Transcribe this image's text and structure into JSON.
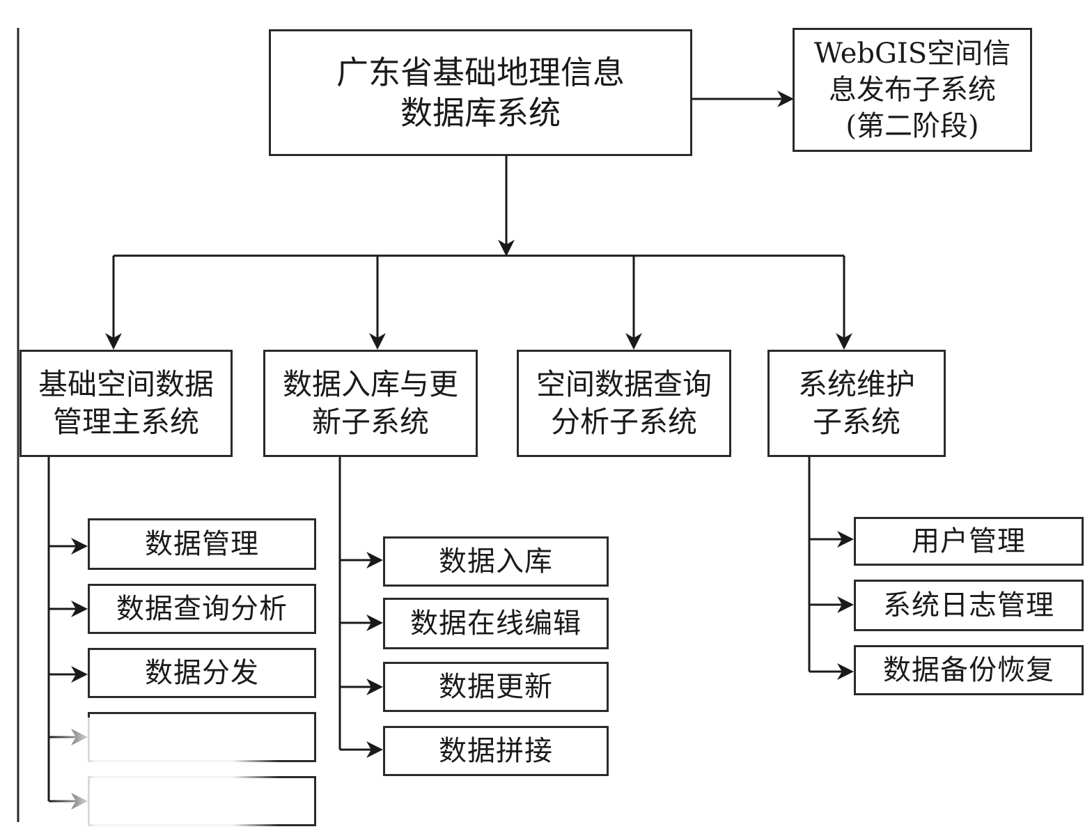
{
  "diagram": {
    "root": {
      "label": "广东省基础地理信息\n数据库系统"
    },
    "publish": {
      "label": "WebGIS空间信\n息发布子系统\n(第二阶段)"
    },
    "subsystems": [
      {
        "label": "基础空间数据\n管理主系统",
        "children": [
          "数据管理",
          "数据查询分析",
          "数据分发",
          "",
          ""
        ]
      },
      {
        "label": "数据入库与更\n新子系统",
        "children": [
          "数据入库",
          "数据在线编辑",
          "数据更新",
          "数据拼接"
        ]
      },
      {
        "label": "空间数据查询\n分析子系统",
        "children": []
      },
      {
        "label": "系统维护\n子系统",
        "children": [
          "用户管理",
          "系统日志管理",
          "数据备份恢复"
        ]
      }
    ]
  }
}
